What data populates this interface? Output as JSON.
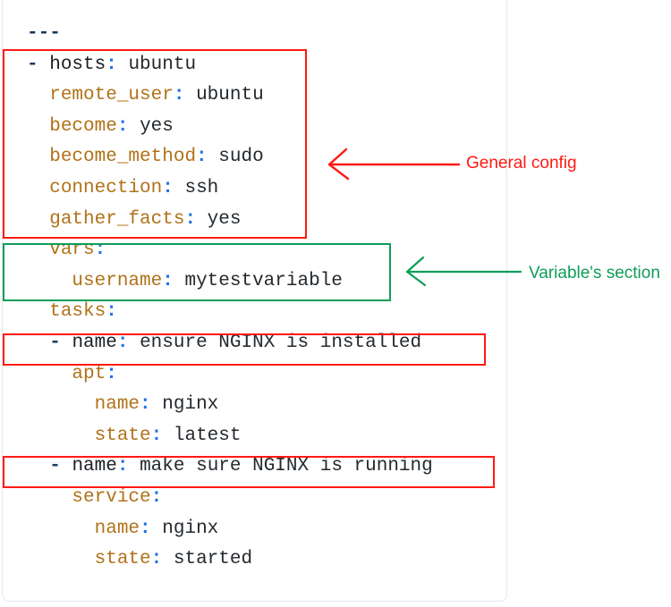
{
  "card": {
    "name": "yaml-code-block",
    "language": "yaml",
    "border_color": "#e6e8ec",
    "background": "#ffffff"
  },
  "syntax_colors": {
    "document_start": "#17365d",
    "key": "#b07219",
    "key_top_level": "#1b1f23",
    "colon": "#1f6feb",
    "value": "#24292e"
  },
  "code": {
    "lines": [
      {
        "indent": 0,
        "raw": "---",
        "kind": "meta"
      },
      {
        "indent": 0,
        "raw": "- hosts: ubuntu",
        "kind": "item",
        "dash": "-",
        "key": "hosts",
        "value": "ubuntu",
        "key_style": "dark"
      },
      {
        "indent": 1,
        "raw": "remote_user: ubuntu",
        "kind": "pair",
        "key": "remote_user",
        "value": "ubuntu"
      },
      {
        "indent": 1,
        "raw": "become: yes",
        "kind": "pair",
        "key": "become",
        "value": "yes"
      },
      {
        "indent": 1,
        "raw": "become_method: sudo",
        "kind": "pair",
        "key": "become_method",
        "value": "sudo"
      },
      {
        "indent": 1,
        "raw": "connection: ssh",
        "kind": "pair",
        "key": "connection",
        "value": "ssh"
      },
      {
        "indent": 1,
        "raw": "gather_facts: yes",
        "kind": "pair",
        "key": "gather_facts",
        "value": "yes"
      },
      {
        "indent": 1,
        "raw": "vars:",
        "kind": "block",
        "key": "vars"
      },
      {
        "indent": 2,
        "raw": "username: mytestvariable",
        "kind": "pair",
        "key": "username",
        "value": "mytestvariable"
      },
      {
        "indent": 1,
        "raw": "tasks:",
        "kind": "block",
        "key": "tasks"
      },
      {
        "indent": 1,
        "raw": "- name: ensure NGINX is installed",
        "kind": "item",
        "dash": "-",
        "key": "name",
        "value": "ensure NGINX is installed",
        "key_style": "dark"
      },
      {
        "indent": 2,
        "raw": "apt:",
        "kind": "block",
        "key": "apt"
      },
      {
        "indent": 3,
        "raw": "name: nginx",
        "kind": "pair",
        "key": "name",
        "value": "nginx"
      },
      {
        "indent": 3,
        "raw": "state: latest",
        "kind": "pair",
        "key": "state",
        "value": "latest"
      },
      {
        "indent": 1,
        "raw": "- name: make sure NGINX is running",
        "kind": "item",
        "dash": "-",
        "key": "name",
        "value": "make sure NGINX is running",
        "key_style": "dark"
      },
      {
        "indent": 2,
        "raw": "service:",
        "kind": "block",
        "key": "service"
      },
      {
        "indent": 3,
        "raw": "name: nginx",
        "kind": "pair",
        "key": "name",
        "value": "nginx"
      },
      {
        "indent": 3,
        "raw": "state: started",
        "kind": "pair",
        "key": "state",
        "value": "started"
      }
    ]
  },
  "annotations": {
    "general_config": {
      "label": "General config",
      "color": "#ff1a13",
      "box_label": "general-config-highlight",
      "arrow_direction": "left"
    },
    "variables_section": {
      "label": "Variable's section",
      "color": "#0f9d58",
      "box_label": "variables-section-highlight",
      "arrow_direction": "left"
    },
    "task_boxes": {
      "color": "#ff1a13",
      "task_one_label": "task-name-ensure-nginx-installed",
      "task_two_label": "task-name-make-sure-nginx-running"
    }
  }
}
